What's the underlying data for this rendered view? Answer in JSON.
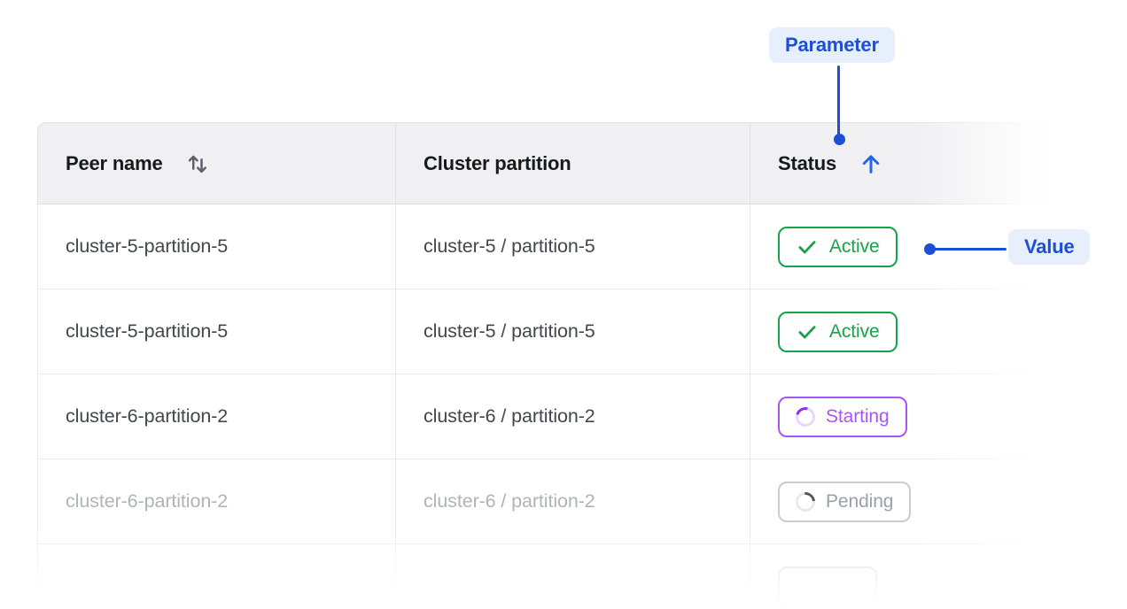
{
  "callouts": {
    "parameter": {
      "label": "Parameter"
    },
    "value": {
      "label": "Value"
    }
  },
  "table": {
    "columns": [
      {
        "label": "Peer name",
        "sort": "sortable"
      },
      {
        "label": "Cluster partition",
        "sort": "none"
      },
      {
        "label": "Status",
        "sort": "ascending"
      }
    ],
    "rows": [
      {
        "peer_name": "cluster-5-partition-5",
        "cluster_partition": "cluster-5 / partition-5",
        "status": "Active",
        "variant": "active",
        "faded": false
      },
      {
        "peer_name": "cluster-5-partition-5",
        "cluster_partition": "cluster-5 / partition-5",
        "status": "Active",
        "variant": "active",
        "faded": false
      },
      {
        "peer_name": "cluster-6-partition-2",
        "cluster_partition": "cluster-6 / partition-2",
        "status": "Starting",
        "variant": "starting",
        "faded": false
      },
      {
        "peer_name": "cluster-6-partition-2",
        "cluster_partition": "cluster-6 / partition-2",
        "status": "Pending",
        "variant": "pending",
        "faded": true
      },
      {
        "peer_name": "",
        "cluster_partition": "",
        "status": "",
        "variant": "ghost",
        "faded": true
      }
    ]
  },
  "colors": {
    "accent_blue": "#1d4ed8",
    "arrow_blue": "#2563eb",
    "callout_bg": "#e8effc",
    "green": "#16a34a",
    "purple": "#a855f7",
    "purple_arc": "#8b2fe8",
    "purple_ring": "#e9d6fb",
    "gray_text": "#9aa0a8",
    "gray_border": "#c9cbd1",
    "gray_arc": "#55595f",
    "gray_ring": "#e8e9eb",
    "header_bg": "#f0f0f2",
    "header_text": "#18191c",
    "body_text": "#43464d",
    "faded_text": "#b0b3b9",
    "border": "#e3e3e7",
    "col_border": "#e2e2e6",
    "row_border": "#ececef",
    "sort_icon_gray": "#5b616c"
  }
}
